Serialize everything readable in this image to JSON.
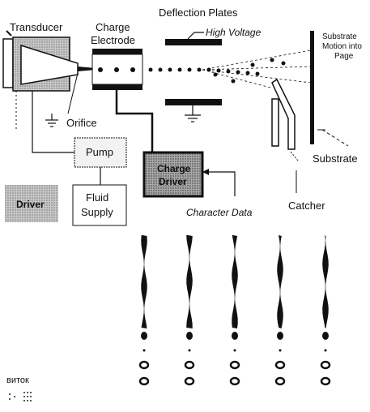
{
  "labels": {
    "transducer": "Transducer",
    "charge_electrode_1": "Charge",
    "charge_electrode_2": "Electrode",
    "deflection_plates": "Deflection Plates",
    "high_voltage": "High Voltage",
    "orifice": "Orifice",
    "pump": "Pump",
    "fluid_supply_1": "Fluid",
    "fluid_supply_2": "Supply",
    "driver": "Driver",
    "charge_driver_1": "Charge",
    "charge_driver_2": "Driver",
    "character_data": "Character Data",
    "catcher": "Catcher",
    "substrate": "Substrate",
    "substrate_motion_1": "Substrate",
    "substrate_motion_2": "Motion into",
    "substrate_motion_3": "Page",
    "corner_caption": "виток"
  },
  "colors": {
    "ink": "#111111",
    "shaded_box": "#9a9a9a",
    "charge_driver_fill": "#8c8c8c",
    "driver_fill": "#b5b5b5"
  }
}
